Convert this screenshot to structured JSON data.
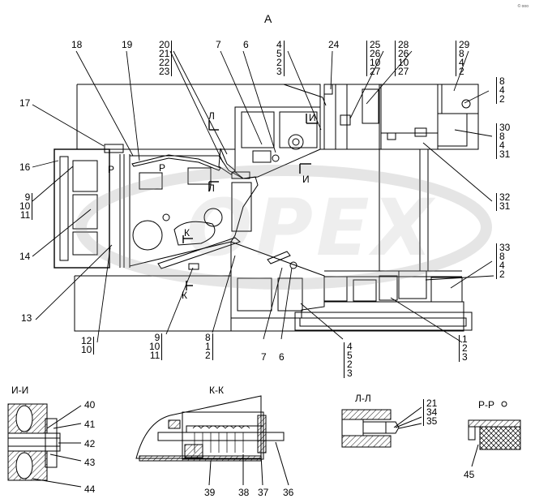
{
  "view_title": "А",
  "corner_mark": "© ooo",
  "watermark": "OPEX",
  "callouts": {
    "top_18": "18",
    "top_19": "19",
    "top_7": "7",
    "top_6": "6",
    "top_24": "24",
    "left_17": "17",
    "left_16": "16",
    "left_14": "14",
    "left_13": "13",
    "sec_I_top": "И",
    "sec_I_bot": "И",
    "sec_L_top": "Л",
    "sec_L_bot": "Л",
    "sec_K_top": "К",
    "sec_K_bot": "К",
    "sec_R1": "Р",
    "sec_R2": "Р",
    "bot_7": "7",
    "bot_6": "6"
  },
  "stacks": {
    "s20": [
      "20",
      "21",
      "22",
      "23"
    ],
    "s4523a": [
      "4",
      "5",
      "2",
      "3"
    ],
    "s25": [
      "25",
      "26",
      "10",
      "27"
    ],
    "s28": [
      "28",
      "26",
      "10",
      "27"
    ],
    "s29": [
      "29",
      "8",
      "4",
      "2"
    ],
    "r842a": [
      "8",
      "4",
      "2"
    ],
    "r30": [
      "30",
      "8",
      "4",
      "31"
    ],
    "r32": [
      "32",
      "31"
    ],
    "r33": [
      "33",
      "8",
      "4",
      "2"
    ],
    "l91011a": [
      "9",
      "10",
      "11"
    ],
    "b1210": [
      "12",
      "10"
    ],
    "b91011": [
      "9",
      "10",
      "11"
    ],
    "b812": [
      "8",
      "1",
      "2"
    ],
    "b4523": [
      "4",
      "5",
      "2",
      "3"
    ],
    "b123": [
      "1",
      "2",
      "3"
    ]
  },
  "sections": {
    "ii": {
      "title": "И-И",
      "labels": [
        "40",
        "41",
        "42",
        "43",
        "44"
      ]
    },
    "kk": {
      "title": "К-К",
      "labels": [
        "39",
        "38",
        "37",
        "36"
      ]
    },
    "ll": {
      "title": "Л-Л",
      "labels": [
        "21",
        "34",
        "35"
      ]
    },
    "rr": {
      "title": "Р-Р",
      "labels": [
        "45"
      ]
    }
  }
}
